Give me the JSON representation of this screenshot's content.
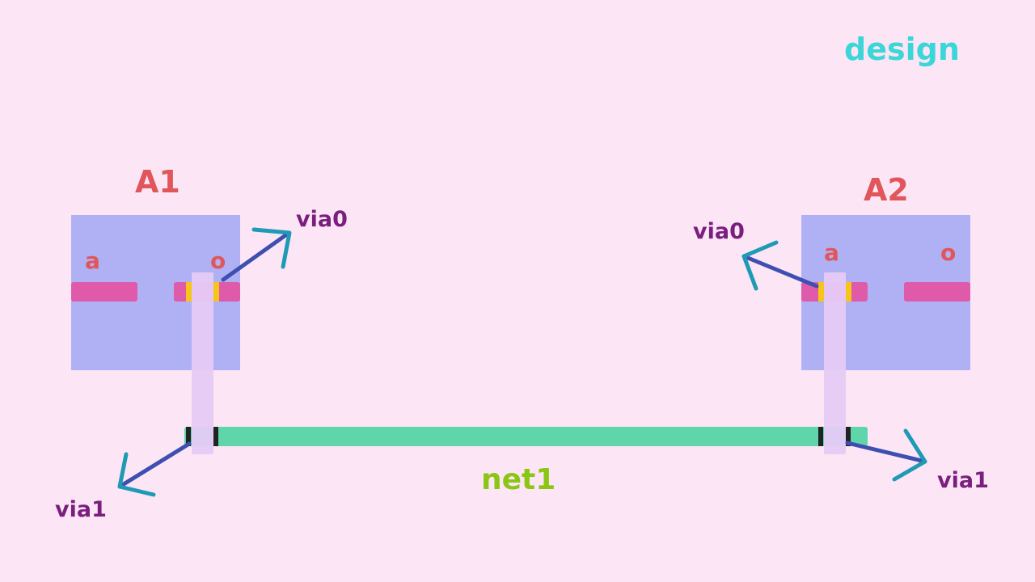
{
  "title": "design",
  "cells": [
    {
      "name": "A1",
      "pins": [
        "a",
        "o"
      ]
    },
    {
      "name": "A2",
      "pins": [
        "a",
        "o"
      ]
    }
  ],
  "net": {
    "name": "net1"
  },
  "vias": {
    "a1_via0": "via0",
    "a1_via1": "via1",
    "a2_via0": "via0",
    "a2_via1": "via1"
  },
  "colors": {
    "background": "#fce6f6",
    "cell": "#b0b0f4",
    "pin": "#e05aaa",
    "via0": "#f5c518",
    "via1": "#222222",
    "net": "#5fd5aa",
    "vertical_wire": "#e6cbf6",
    "arrow": "#1f9ab5",
    "title": "#3ad6d8",
    "cell_label": "#e0565a",
    "via_label": "#7a1f7e",
    "net_label": "#8cc614"
  }
}
